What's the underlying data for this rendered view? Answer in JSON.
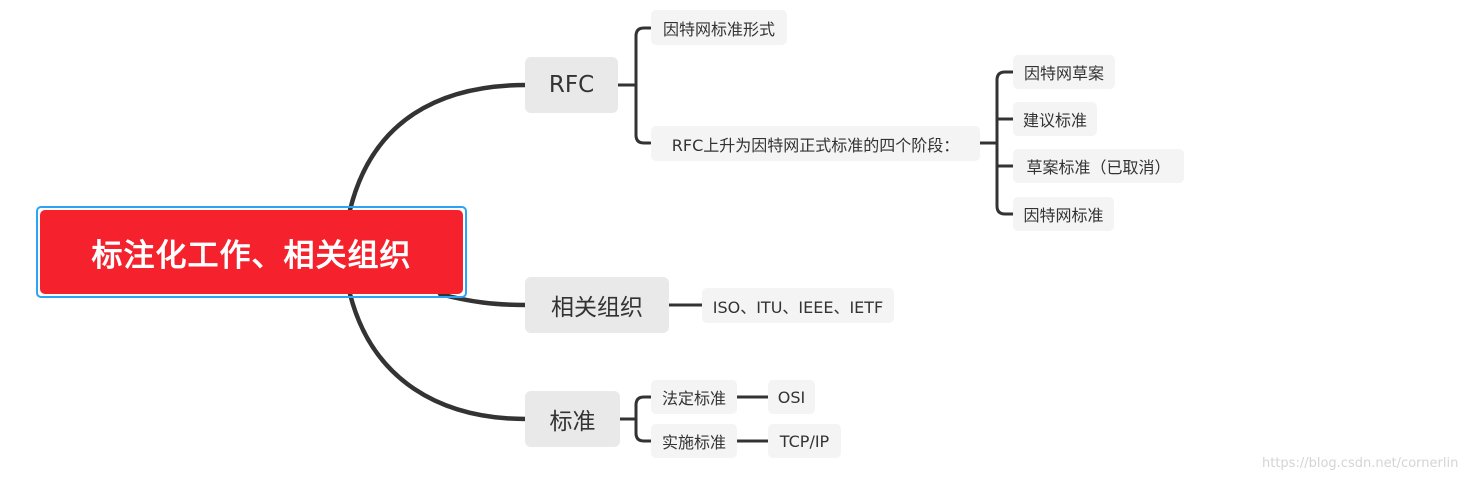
{
  "root": {
    "label": "标注化工作、相关组织"
  },
  "branches": {
    "rfc": {
      "label": "RFC",
      "children": {
        "internet_standard_form": "因特网标准形式",
        "four_stages": {
          "label": "RFC上升为因特网正式标准的四个阶段：",
          "stages": [
            "因特网草案",
            "建议标准",
            "草案标准（已取消）",
            "因特网标准"
          ]
        }
      }
    },
    "orgs": {
      "label": "相关组织",
      "child": "ISO、ITU、IEEE、IETF"
    },
    "standards": {
      "label": "标准",
      "de_jure": {
        "label": "法定标准",
        "example": "OSI"
      },
      "de_facto": {
        "label": "实施标准",
        "example": "TCP/IP"
      }
    }
  },
  "watermark": "https://blog.csdn.net/cornerlin",
  "colors": {
    "root_fill": "#f5222d",
    "root_outline": "#2ea3f2",
    "main_fill": "#e9e9e9",
    "sub_fill": "#f4f4f4",
    "connector": "#333333"
  }
}
